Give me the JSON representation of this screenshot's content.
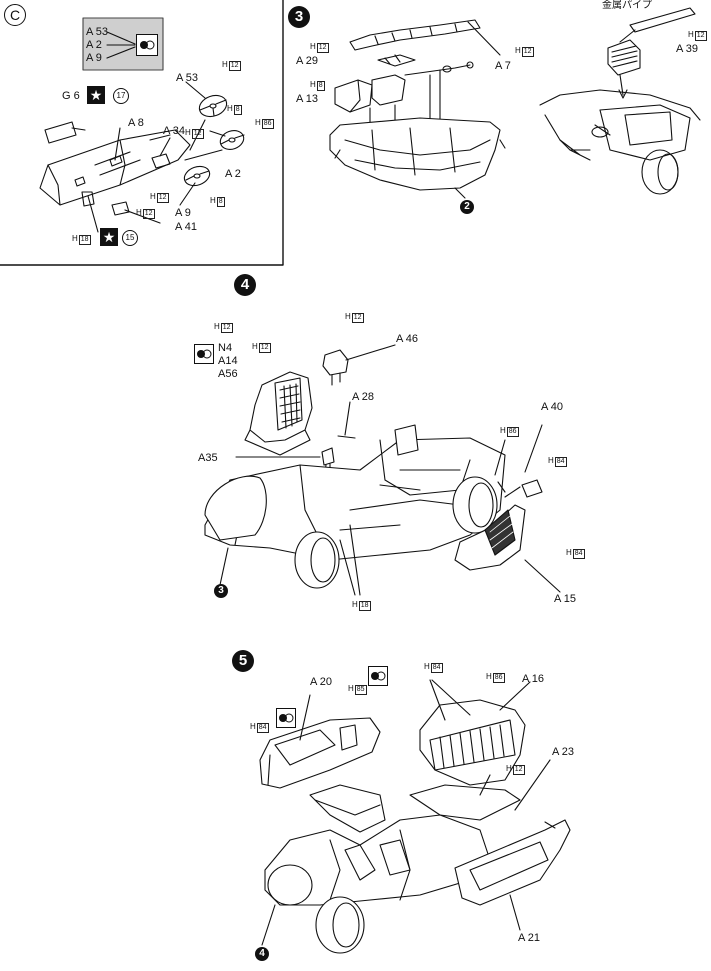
{
  "inset_c": {
    "marker": "C",
    "group_labels": [
      "A 53",
      "A 2",
      "A 9"
    ],
    "parts": {
      "a53": "A 53",
      "a8": "A 8",
      "a34": "A 34",
      "a2": "A 2",
      "a9": "A 9",
      "a41": "A 41",
      "g6": "G 6"
    },
    "decal_numbers": {
      "g6": "17",
      "bottom": "15"
    },
    "codes": {
      "a53": "12",
      "a53b": "8",
      "a34": "12",
      "a2": "86",
      "a9a": "12",
      "a9b": "8",
      "a41": "12",
      "bottom": "18"
    }
  },
  "step3": {
    "number": "3",
    "sub_ref": "2",
    "parts": {
      "a29": "A 29",
      "a13": "A 13",
      "a7": "A 7",
      "a39": "A 39"
    },
    "codes": {
      "a29": "12",
      "a13": "8",
      "a7": "12",
      "a39": "12"
    },
    "tube_note": "金属パイプ"
  },
  "step4": {
    "number": "4",
    "sub_ref": "3",
    "group_labels": [
      "N4",
      "A14",
      "A56"
    ],
    "parts": {
      "a46": "A 46",
      "a28": "A 28",
      "a35": "A35",
      "a40": "A 40",
      "a15": "A 15"
    },
    "codes": {
      "top": "12",
      "group": "12",
      "a46": "12",
      "a86": "86",
      "a40": "84",
      "a15": "84",
      "bottom": "18"
    }
  },
  "step5": {
    "number": "5",
    "sub_ref": "4",
    "parts": {
      "a20": "A 20",
      "a16": "A 16",
      "a23": "A 23",
      "a21": "A 21"
    },
    "codes": {
      "left": "84",
      "a20": "85",
      "mid": "84",
      "a16": "86",
      "a23": "12"
    }
  },
  "colors": {
    "ink": "#111111",
    "panel_gray": "#cfcfcf",
    "seat_hatch": "#333333"
  }
}
